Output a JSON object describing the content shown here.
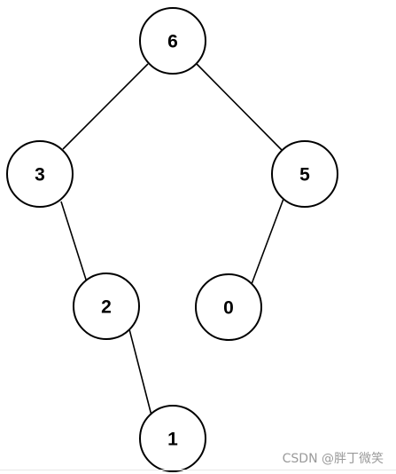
{
  "tree": {
    "nodes": [
      {
        "id": "n6",
        "label": "6"
      },
      {
        "id": "n3",
        "label": "3"
      },
      {
        "id": "n5",
        "label": "5"
      },
      {
        "id": "n2",
        "label": "2"
      },
      {
        "id": "n0",
        "label": "0"
      },
      {
        "id": "n1",
        "label": "1"
      }
    ],
    "edges": [
      {
        "from": "n6",
        "to": "n3"
      },
      {
        "from": "n6",
        "to": "n5"
      },
      {
        "from": "n3",
        "to": "n2"
      },
      {
        "from": "n5",
        "to": "n0"
      },
      {
        "from": "n2",
        "to": "n1"
      }
    ]
  },
  "watermark": {
    "text": "CSDN @胖丁微笑"
  }
}
